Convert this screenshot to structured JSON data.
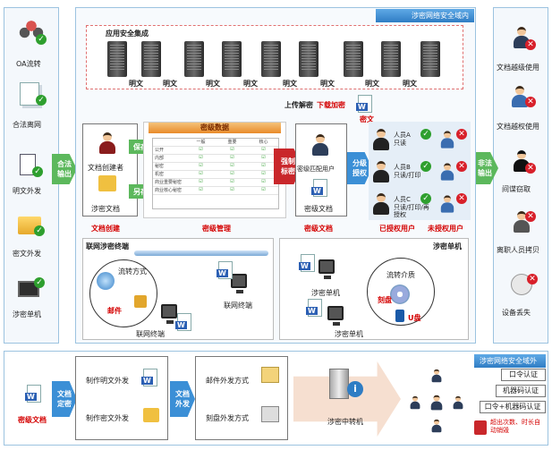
{
  "left_column": {
    "items": [
      {
        "label": "OA流转",
        "icon": "group-people-check-icon"
      },
      {
        "label": "合法离网",
        "icon": "document-stack-icon"
      },
      {
        "label": "明文外发",
        "icon": "document-check-icon"
      },
      {
        "label": "密文外发",
        "icon": "folder-disc-icon"
      },
      {
        "label": "涉密单机",
        "icon": "computer-check-icon"
      }
    ],
    "arrow_label": "合法\n输出"
  },
  "right_column": {
    "items": [
      {
        "label": "文档越级使用",
        "icon": "user-denied-icon"
      },
      {
        "label": "文档越权使用",
        "icon": "users-denied-icon"
      },
      {
        "label": "间谍窃取",
        "icon": "spy-icon"
      },
      {
        "label": "离职人员拷贝",
        "icon": "person-copy-icon"
      },
      {
        "label": "设备丢失",
        "icon": "device-lost-icon"
      }
    ],
    "arrow_label": "非法\n输出"
  },
  "main": {
    "domain_title": "涉密网络安全域内",
    "app_section_title": "应用安全集成",
    "plain_text_label": "明文",
    "upload_decrypt": "上传解密",
    "download_encrypt": "下载加密",
    "cipher_label": "密文",
    "doc_creator": "文档创建者",
    "secret_doc": "涉密文档",
    "save": "保存",
    "save_as": "另存",
    "doc_create_caption": "文档创建",
    "classification_mgmt": "密级管理",
    "classification_doc": "密级文档",
    "table_title": "密级数据",
    "table_headers": [
      "",
      "一般",
      "重要",
      "核心"
    ],
    "table_rows": [
      "公开",
      "内部",
      "秘密",
      "机密",
      "商业重要秘密",
      "商业核心秘密"
    ],
    "force_label_arrow": "强制\n标密",
    "match_user": "密级匹配用户",
    "secret_doc2": "密级文档",
    "grading_arrow": "分级\n授权",
    "users": [
      {
        "name": "人员A",
        "perm": "只读"
      },
      {
        "name": "人员B",
        "perm": "只读/打印"
      },
      {
        "name": "人员C",
        "perm": "只读/打印/再授权"
      }
    ],
    "authorized_users": "已授权用户",
    "unauthorized_users": "未授权用户",
    "network_terminal_title": "联网涉密终端",
    "flow_mode": "流转方式",
    "email": "邮件",
    "network_terminal": "联网终端",
    "standalone_title": "涉密单机",
    "standalone_pc": "涉密单机",
    "flow_media": "流转介质",
    "burn": "刻盘",
    "udisk": "U盘"
  },
  "bottom": {
    "secret_doc": "密级文档",
    "arrow1": "文档\n定密",
    "make_plain": "制作明文外发",
    "make_cipher": "制作密文外发",
    "arrow2": "文档\n外发",
    "email_out": "邮件外发方式",
    "burn_out": "刻盘外发方式",
    "relay_machine": "涉密中转机",
    "outside_title": "涉密网络安全域外",
    "auth_options": [
      "口令认证",
      "机器码认证",
      "口令+机器码认证"
    ],
    "auto_destroy": "超出次数、时长自动销毁"
  },
  "colors": {
    "accent_blue": "#2f7dc4",
    "green": "#5cb85c",
    "red": "#c9272b"
  }
}
